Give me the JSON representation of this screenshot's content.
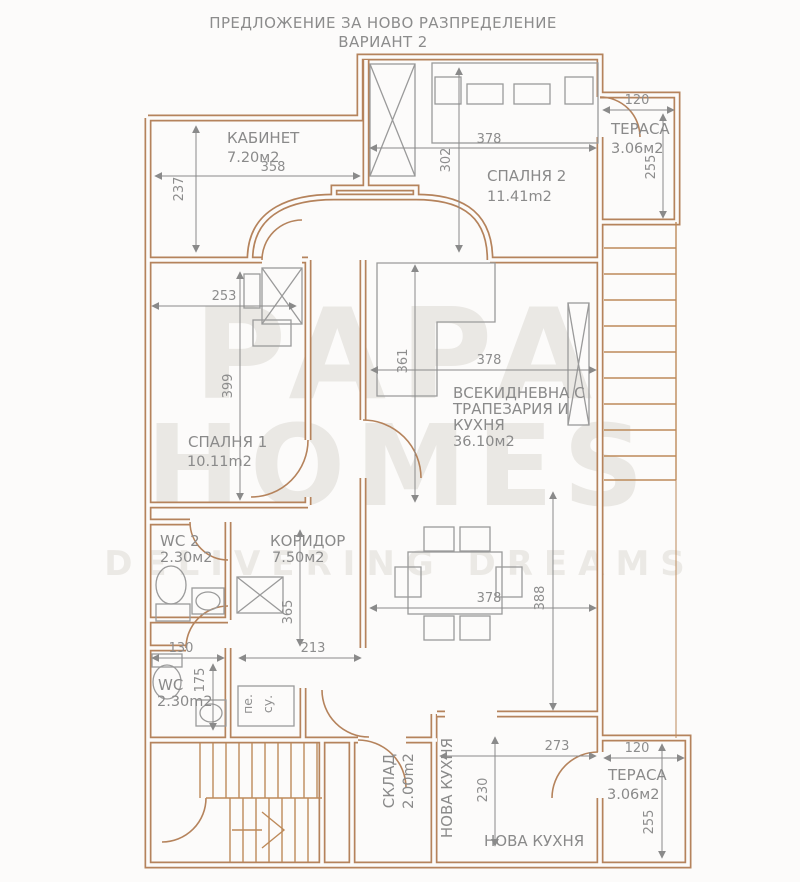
{
  "title": {
    "line1": "ПРЕДЛОЖЕНИЕ ЗА НОВО РАЗПРЕДЕЛЕНИЕ",
    "line2": "ВАРИАНТ 2"
  },
  "watermark": {
    "line1": "PAPA",
    "line2": "HOMES",
    "line3": "DELIVERING DREAMS"
  },
  "colors": {
    "wall": "#b5835c",
    "furniture": "#9a9a9a",
    "dimension": "#8a8a8a",
    "label": "#8a8a8a",
    "watermark": "#eae8e4",
    "background": "#fcfbfa"
  },
  "rooms": {
    "kabinet": {
      "name": "КАБИНЕТ",
      "area": "7.20м2"
    },
    "spalnya2": {
      "name": "СПАЛНЯ 2",
      "area": "11.41m2"
    },
    "terasa_top": {
      "name": "ТЕРАСА",
      "area": "3.06м2"
    },
    "spalnya1": {
      "name": "СПАЛНЯ 1",
      "area": "10.11m2"
    },
    "living": {
      "name_line1": "ВСЕКИДНЕВНА С",
      "name_line2": "ТРАПЕЗАРИЯ И",
      "name_line3": "КУХНЯ",
      "area": "36.10м2"
    },
    "koridor": {
      "name": "КОРИДОР",
      "area": "7.50м2"
    },
    "wc2": {
      "name": "WC 2",
      "area": "2.30м2"
    },
    "wc": {
      "name": "WC",
      "area": "2.30m2"
    },
    "sklad": {
      "name": "СКЛАД",
      "area": "2.00m2"
    },
    "nova_kuhnya_left": {
      "name": "НОВА КУХНЯ"
    },
    "nova_kuhnya_bottom": {
      "name": "НОВА КУХНЯ"
    },
    "terasa_bottom": {
      "name": "ТЕРАСА",
      "area": "3.06м2"
    },
    "washer": {
      "label": "пе."
    },
    "dryer": {
      "label": "су."
    }
  },
  "dimensions": {
    "kabinet_width": "358",
    "kabinet_height": "237",
    "spalnya2_width": "378",
    "spalnya2_height": "302",
    "terasa_top_width": "120",
    "terasa_top_height": "255",
    "closet_width": "253",
    "spalnya1_height": "399",
    "living_height": "361",
    "living_width": "378",
    "koridor_height": "365",
    "koridor_width": "213",
    "wc_width": "130",
    "wc_height": "175",
    "dining_width": "378",
    "dining_height": "388",
    "kitchen_width": "273",
    "kitchen_height": "230",
    "terasa_bottom_width": "120",
    "terasa_bottom_height": "255"
  }
}
